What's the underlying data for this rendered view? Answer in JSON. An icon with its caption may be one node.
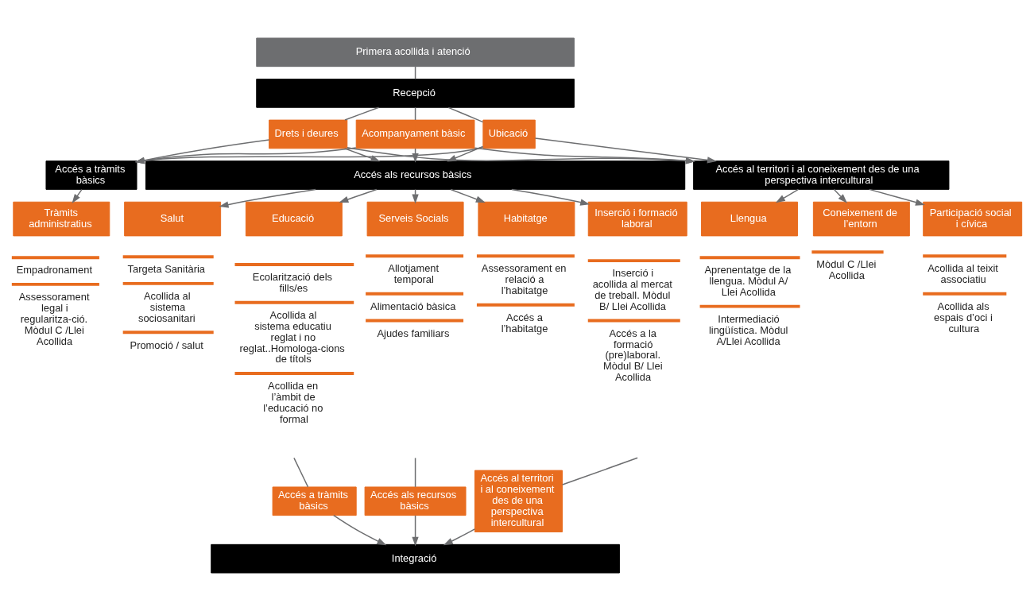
{
  "diagram": {
    "nodes": [
      {
        "text": [
          "Primera acollida i atenció"
        ]
      },
      {
        "text": [
          "Recepció"
        ]
      },
      {
        "text": [
          "Drets i deures"
        ]
      },
      {
        "text": [
          "Acompanyament bàsic"
        ]
      },
      {
        "text": [
          "Ubicació"
        ]
      },
      {
        "text": [
          "Accés a tràmits bàsics"
        ]
      },
      {
        "text": [
          "Accés als recursos bàsics"
        ]
      },
      {
        "text": [
          "Accés al territori i al coneixement des de una  perspectiva intercultural"
        ]
      },
      {
        "text": [
          "Tràmits administratius"
        ],
        "beside": [
          "Empadronament",
          "Assessorament legal i regularitza-ció. Mòdul C /Llei Acollida"
        ]
      },
      {
        "text": [
          "Salut"
        ],
        "beside": [
          "Targeta Sanitària",
          "Acollida al sistema sociosanitari",
          "Promoció / salut"
        ]
      },
      {
        "text": [
          "Educació"
        ],
        "beside": [
          "Ecolarització dels fills/es",
          "Acollida al sistema educatiu reglat i no reglat..Homologa-cions de títols",
          "Acollida en l’àmbit de l’educació no formal"
        ]
      },
      {
        "text": [
          "Serveis Socials"
        ],
        "beside": [
          "Allotjament temporal",
          "Alimentació bàsica",
          "Ajudes familiars"
        ]
      },
      {
        "text": [
          "Habitatge"
        ],
        "beside": [
          "Assessorament en relació a l’habitatge",
          "Accés a l’habitatge"
        ]
      },
      {
        "text": [
          "Inserció i formació laboral"
        ],
        "beside": [
          "Inserció i acollida al mercat de treball. Mòdul B/ Llei Acollida",
          "Accés a la formació (pre)laboral. Mòdul B/ Llei Acollida"
        ]
      },
      {
        "text": [
          "Llengua"
        ],
        "beside": [
          "Aprenentatge de la llengua. Mòdul A/ Llei Acollida",
          "Intermediació lingüística. Mòdul A/Llei Acollida"
        ]
      },
      {
        "text": [
          "Coneixement de l’entorn"
        ],
        "beside": [
          "Mòdul C /Llei Acollida"
        ]
      },
      {
        "text": [
          "Participació social i cívica"
        ],
        "beside": [
          "Acollida al teixit associatiu",
          "Acollida als espais d’oci i cultura"
        ]
      },
      {
        "text": [
          "Accés a tràmits bàsics"
        ]
      },
      {
        "text": [
          "Accés als recursos bàsics"
        ]
      },
      {
        "text": [
          "Accés al territori i al coneixement des de una perspectiva intercultural"
        ]
      },
      {
        "text": [
          "Integració"
        ]
      }
    ],
    "edges": [
      {
        "from": 0,
        "to": 1,
        "arrow": "none"
      },
      {
        "from": 1,
        "to": 2,
        "arrow": "none"
      },
      {
        "from": 1,
        "to": 3,
        "arrow": "none"
      },
      {
        "from": 1,
        "to": 4,
        "arrow": "none"
      },
      {
        "from": 2,
        "to": 5,
        "arrow": "to"
      },
      {
        "from": 2,
        "to": 6,
        "arrow": "to"
      },
      {
        "from": 2,
        "to": 7,
        "arrow": "to"
      },
      {
        "from": 3,
        "to": 5,
        "arrow": "to"
      },
      {
        "from": 3,
        "to": 6,
        "arrow": "to"
      },
      {
        "from": 3,
        "to": 7,
        "arrow": "to"
      },
      {
        "from": 4,
        "to": 5,
        "arrow": "to"
      },
      {
        "from": 4,
        "to": 6,
        "arrow": "to"
      },
      {
        "from": 4,
        "to": 7,
        "arrow": "to"
      },
      {
        "from": 5,
        "to": 8,
        "arrow": "to"
      },
      {
        "from": 6,
        "to": 9,
        "arrow": "to"
      },
      {
        "from": 6,
        "to": 10,
        "arrow": "to"
      },
      {
        "from": 6,
        "to": 11,
        "arrow": "to"
      },
      {
        "from": 6,
        "to": 12,
        "arrow": "to"
      },
      {
        "from": 6,
        "to": 13,
        "arrow": "to"
      },
      {
        "from": 7,
        "to": 14,
        "arrow": "to"
      },
      {
        "from": 7,
        "to": 15,
        "arrow": "to"
      },
      {
        "from": 7,
        "to": 16,
        "arrow": "to"
      },
      {
        "from": null,
        "to": 17,
        "arrow": "none"
      },
      {
        "from": null,
        "to": 18,
        "arrow": "none"
      },
      {
        "from": null,
        "to": 19,
        "arrow": "none"
      },
      {
        "from": 17,
        "to": 20,
        "arrow": "to"
      },
      {
        "from": 18,
        "to": 20,
        "arrow": "to"
      },
      {
        "from": 19,
        "to": 20,
        "arrow": "to"
      }
    ]
  }
}
